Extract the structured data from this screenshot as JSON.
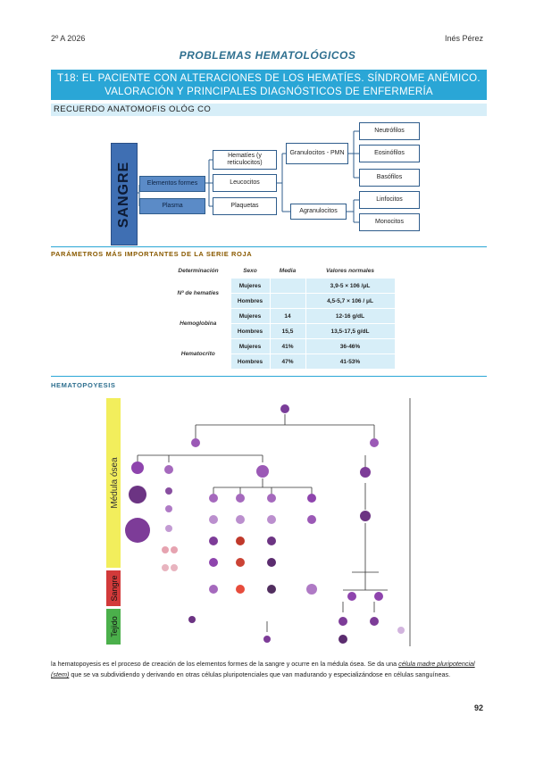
{
  "header": {
    "left": "2º A 2026",
    "right": "Inés Pérez"
  },
  "doc_title": "PROBLEMAS HEMATOLÓGICOS",
  "banner": {
    "line1": "T18: EL PACIENTE CON ALTERACIONES DE LOS HEMATÍES. SÍNDROME ANÉMICO.",
    "line2": "VALORACIÓN Y PRINCIPALES DIAGNÓSTICOS DE ENFERMERÍA"
  },
  "subsection": "RECUERDO ANATOMOFIS OLÓG CO",
  "tree": {
    "root": "SANGRE",
    "elementos": "Elementos formes",
    "plasma": "Plasma",
    "hematies": "Hematíes (y reticulocitos)",
    "leucocitos": "Leucocitos",
    "plaquetas": "Plaquetas",
    "granulocitos": "Granulocitos - PMN",
    "agranulocitos": "Agranulocitos",
    "neutrofilos": "Neutrófilos",
    "eosinofilos": "Eosinófilos",
    "basofilos": "Basófilos",
    "linfocitos": "Linfocitos",
    "monocitos": "Monocitos"
  },
  "params": {
    "title": "PARÁMETROS MÁS IMPORTANTES DE LA SERIE ROJA",
    "headers": [
      "Determinación",
      "Sexo",
      "Media",
      "Valores normales"
    ],
    "groups": [
      {
        "label": "Nº de hematíes",
        "rows": [
          {
            "sex": "Mujeres",
            "media": "",
            "values": "3,9-5 × 106 /μL"
          },
          {
            "sex": "Hombres",
            "media": "",
            "values": "4,5-5,7 × 106 / μL"
          }
        ]
      },
      {
        "label": "Hemoglobina",
        "rows": [
          {
            "sex": "Mujeres",
            "media": "14",
            "values": "12-16 g/dL"
          },
          {
            "sex": "Hombres",
            "media": "15,5",
            "values": "13,5-17,5 g/dL"
          }
        ]
      },
      {
        "label": "Hematocrito",
        "rows": [
          {
            "sex": "Mujeres",
            "media": "41%",
            "values": "36-46%"
          },
          {
            "sex": "Hombres",
            "media": "47%",
            "values": "41-53%"
          }
        ]
      }
    ]
  },
  "hematopoyesis": {
    "title": "HEMATOPOYESIS",
    "side_labels": [
      "Médula ósea",
      "Sangre",
      "Tejido"
    ],
    "colors": {
      "medula": "#f2ee5c",
      "sangre": "#d23a3a",
      "tejido": "#4bb04b"
    }
  },
  "caption": {
    "part1": "la hematopoyesis es el proceso de creación de los elementos formes de la sangre y ocurre en la médula ósea. Se da una ",
    "link": "célula madre pluripotencial (stem)",
    "part2": " que se va subdividiendo y derivando en otras células pluripotenciales que van madurando y especializándose en células sanguíneas."
  },
  "page_number": "92"
}
